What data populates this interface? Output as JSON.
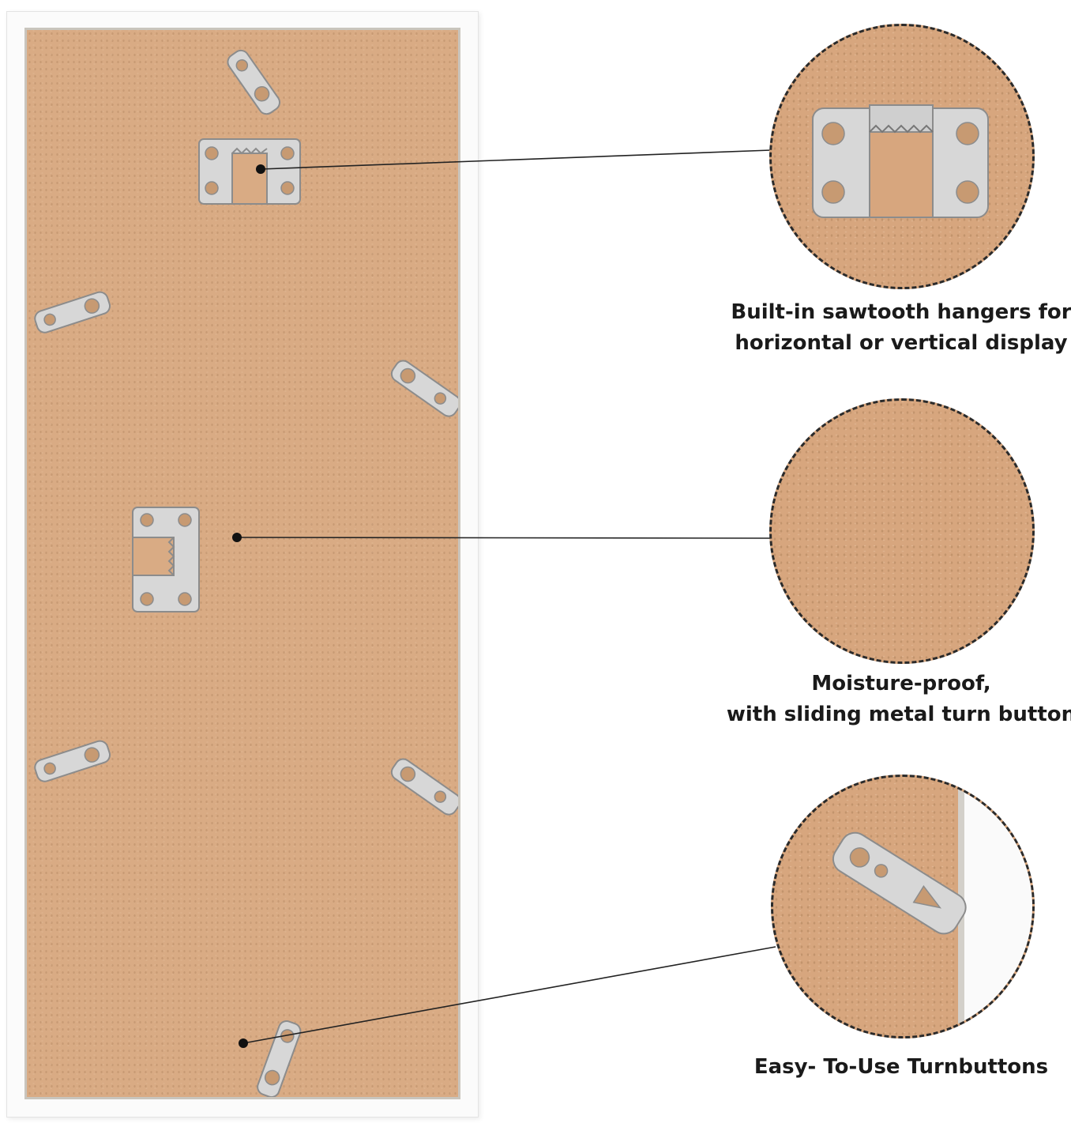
{
  "features": [
    {
      "lines": [
        "Built-in sawtooth hangers for",
        "horizontal or vertical display"
      ],
      "detail_icon": "sawtooth-hanger-icon"
    },
    {
      "lines": [
        "Moisture-proof,",
        "with sliding metal turn button"
      ],
      "detail_icon": "fiberboard-texture"
    },
    {
      "lines": [
        "Easy- To-Use Turnbuttons"
      ],
      "detail_icon": "turnbutton-icon"
    }
  ],
  "colors": {
    "backing": "#d9ab84",
    "frame": "#fbfbfb",
    "metal": "#d7d7d7",
    "text": "#1a1a1a"
  }
}
